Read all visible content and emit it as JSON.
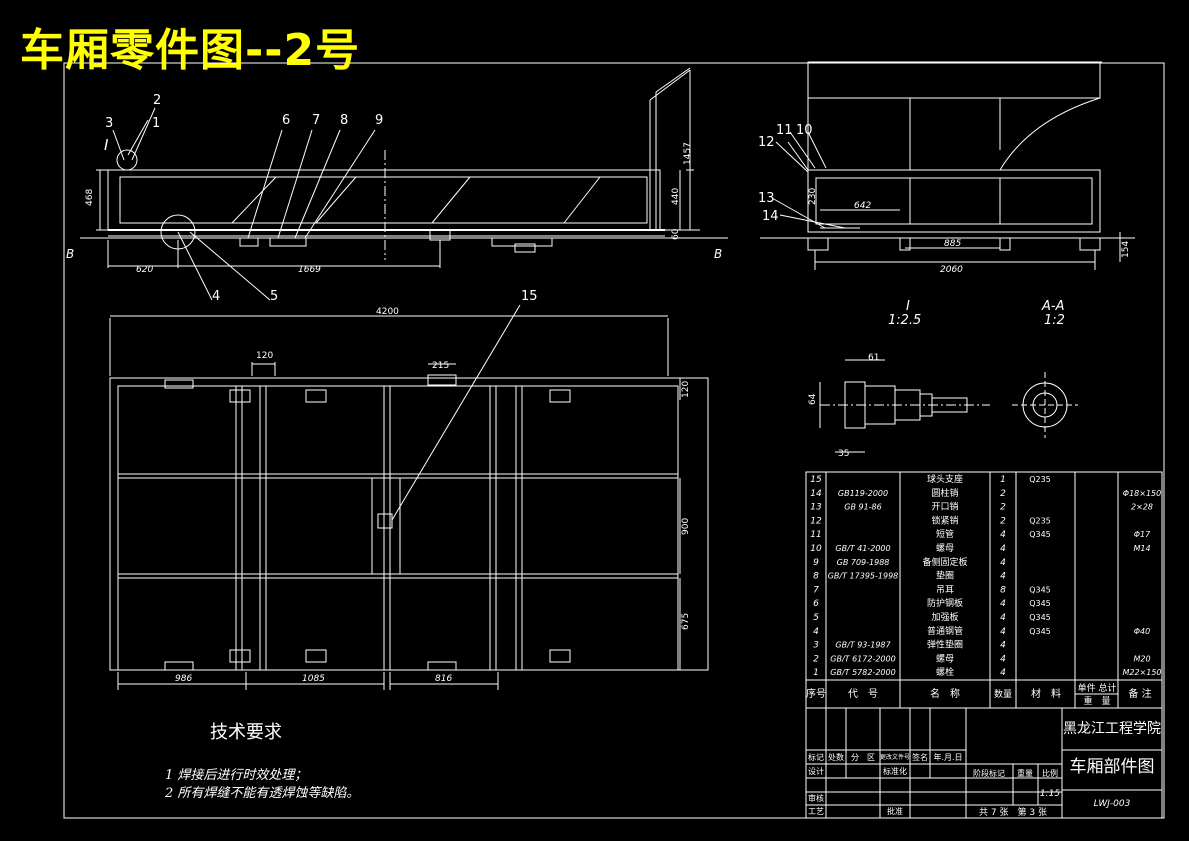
{
  "title": "车厢零件图--2号",
  "views": {
    "side": {
      "labels": [
        "1",
        "2",
        "3",
        "4",
        "5",
        "6",
        "7",
        "8",
        "9"
      ],
      "section_mark": "I",
      "section_letters": [
        "B",
        "B"
      ],
      "dims": {
        "d468": "468",
        "d620": "620",
        "d1669": "1669",
        "d1457": "1457",
        "d440": "440",
        "d60": "60"
      }
    },
    "end": {
      "labels": [
        "10",
        "11",
        "12",
        "13",
        "14"
      ],
      "dims": {
        "d642": "642",
        "d885": "885",
        "d2060": "2060",
        "d154": "154",
        "d230": "230"
      }
    },
    "plan": {
      "labels": [
        "15"
      ],
      "dims": {
        "d4200": "4200",
        "d120": "120",
        "d215": "215",
        "d120b": "120",
        "d900": "900",
        "d675": "675",
        "d986": "986",
        "d1085": "1085",
        "d816": "816"
      }
    },
    "detail_i": {
      "name": "I",
      "scale": "1:2.5",
      "dims": {
        "d61": "61",
        "d64": "64",
        "d35": "35"
      }
    },
    "section_aa": {
      "name": "A-A",
      "scale": "1:2"
    }
  },
  "parts_table": {
    "rows": [
      {
        "no": "15",
        "code": "",
        "name": "球头支座",
        "qty": "1",
        "material": "Q235",
        "remark": ""
      },
      {
        "no": "14",
        "code": "GB119-2000",
        "name": "圆柱销",
        "qty": "2",
        "material": "",
        "remark": "Φ18×150"
      },
      {
        "no": "13",
        "code": "GB 91-86",
        "name": "开口销",
        "qty": "2",
        "material": "",
        "remark": "2×28"
      },
      {
        "no": "12",
        "code": "",
        "name": "锁紧销",
        "qty": "2",
        "material": "Q235",
        "remark": ""
      },
      {
        "no": "11",
        "code": "",
        "name": "短管",
        "qty": "4",
        "material": "Q345",
        "remark": "Φ17"
      },
      {
        "no": "10",
        "code": "GB/T 41-2000",
        "name": "螺母",
        "qty": "4",
        "material": "",
        "remark": "M14"
      },
      {
        "no": "9",
        "code": "GB 709-1988",
        "name": "备侧固定板",
        "qty": "4",
        "material": "",
        "remark": ""
      },
      {
        "no": "8",
        "code": "GB/T 17395-1998",
        "name": "垫圈",
        "qty": "4",
        "material": "",
        "remark": ""
      },
      {
        "no": "7",
        "code": "",
        "name": "吊耳",
        "qty": "8",
        "material": "Q345",
        "remark": ""
      },
      {
        "no": "6",
        "code": "",
        "name": "防护钢板",
        "qty": "4",
        "material": "Q345",
        "remark": ""
      },
      {
        "no": "5",
        "code": "",
        "name": "加强板",
        "qty": "4",
        "material": "Q345",
        "remark": ""
      },
      {
        "no": "4",
        "code": "",
        "name": "普通钢管",
        "qty": "4",
        "material": "Q345",
        "remark": "Φ40"
      },
      {
        "no": "3",
        "code": "GB/T 93-1987",
        "name": "弹性垫圈",
        "qty": "4",
        "material": "",
        "remark": ""
      },
      {
        "no": "2",
        "code": "GB/T 6172-2000",
        "name": "螺母",
        "qty": "4",
        "material": "",
        "remark": "M20"
      },
      {
        "no": "1",
        "code": "GB/T 5782-2000",
        "name": "螺栓",
        "qty": "4",
        "material": "",
        "remark": "M22×150"
      }
    ],
    "headers": {
      "no": "序号",
      "code": "代　号",
      "name": "名　称",
      "qty": "数量",
      "material": "材　料",
      "weight": "单件 总计",
      "weight_sub": "重　量",
      "remark": "备 注"
    }
  },
  "title_block": {
    "school": "黑龙江工程学院",
    "drawing_name": "车厢部件图",
    "drawing_no": "LWJ-003",
    "scale": "1:15",
    "sheets": "共 7 张　第 3 张",
    "labels": {
      "mark": "标记",
      "count": "处数",
      "zone": "分　区",
      "change_doc": "更改文件号",
      "sign": "签名",
      "date": "年.月.日",
      "design": "设计",
      "standard": "标准化",
      "stage_mark": "阶段标记",
      "weight": "重量",
      "ratio": "比例",
      "review": "审核",
      "process": "工艺",
      "approve": "批准"
    }
  },
  "requirements": {
    "title": "技术要求",
    "items": [
      "1 焊接后进行时效处理；",
      "2 所有焊缝不能有透焊蚀等缺陷。"
    ]
  },
  "colors": {
    "background": "#000000",
    "line": "#ffffff",
    "title": "#ffff00"
  }
}
